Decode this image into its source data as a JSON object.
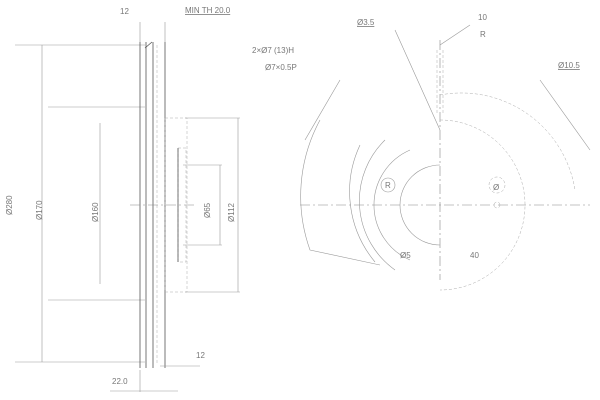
{
  "title": "Brake disc technical drawing",
  "side_view": {
    "top_thickness": "12",
    "min_thickness_note": "MIN TH 20.0",
    "outer_diameter": "Ø280",
    "friction_diameter": "Ø170",
    "hat_diameter": "Ø160",
    "center_bore": "Ø65",
    "bolt_circle": "Ø112",
    "total_thickness": "22.0",
    "hat_height": "12"
  },
  "front_view": {
    "hole_note_1": "2×Ø7 (13)H",
    "hole_note_2": "Ø7×0.5P",
    "angle_note": "Ø3.5",
    "dim_top_1": "10",
    "dim_top_2": "R",
    "right_note": "Ø10.5",
    "hole_label": "R",
    "small_diameter": "Ø5",
    "radius_label": "40",
    "center_label": "Ø"
  }
}
